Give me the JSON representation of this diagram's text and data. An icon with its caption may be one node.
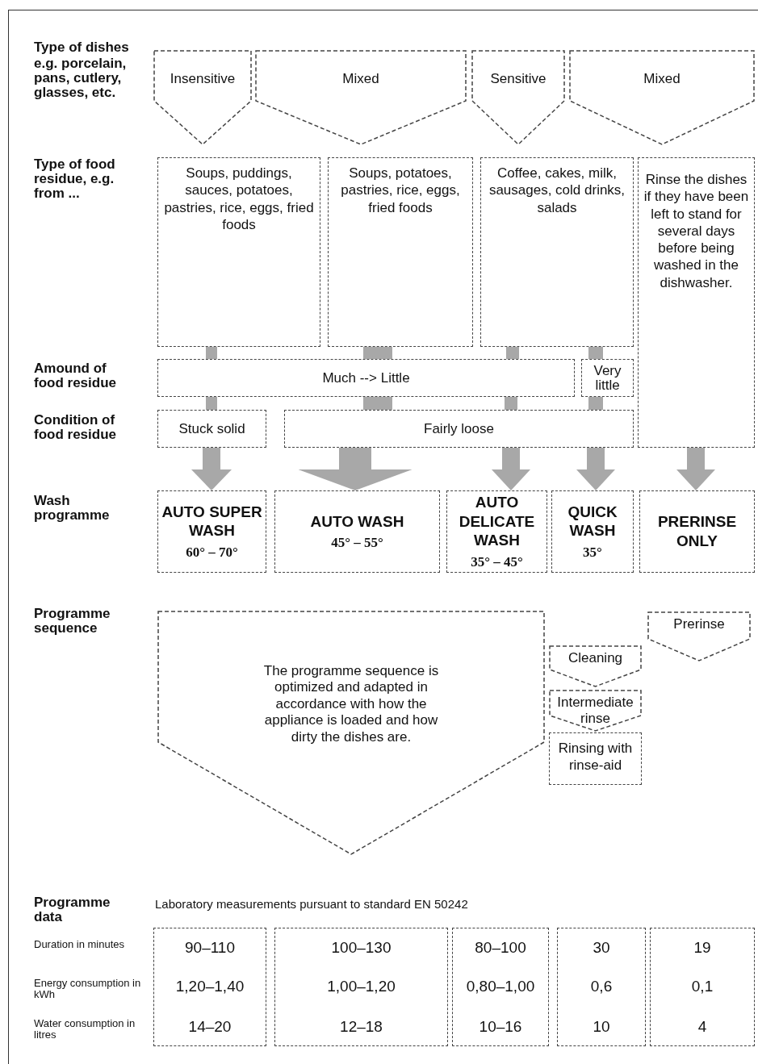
{
  "diagram": {
    "nodes": [
      {
        "text": [
          "Insensitive"
        ]
      },
      {
        "text": [
          "Mixed"
        ]
      },
      {
        "text": [
          "Sensitive"
        ]
      },
      {
        "text": [
          "Mixed"
        ]
      },
      {
        "text": [
          "Soups, puddings, sauces, potatoes, pastries, rice, eggs, fried foods"
        ]
      },
      {
        "text": [
          "Soups, potatoes, pastries, rice, eggs, fried foods"
        ]
      },
      {
        "text": [
          "Coffee, cakes, milk, sausages, cold drinks, salads"
        ]
      },
      {
        "text": [
          "Rinse the dishes if they have been left to stand for several days before being washed in the dishwasher."
        ]
      },
      {
        "text": [
          "Much --> Little"
        ]
      },
      {
        "text": [
          "Very little"
        ]
      },
      {
        "text": [
          "Stuck solid"
        ]
      },
      {
        "text": [
          "Fairly loose"
        ]
      },
      {
        "text": [
          "AUTO SUPER WASH",
          "60° – 70°"
        ]
      },
      {
        "text": [
          "AUTO WASH",
          "45° – 55°"
        ]
      },
      {
        "text": [
          "AUTO DELICATE WASH",
          "35° – 45°"
        ]
      },
      {
        "text": [
          "QUICK WASH",
          "35°"
        ]
      },
      {
        "text": [
          "PRERINSE ONLY"
        ]
      },
      {
        "text": [
          "The programme sequence is optimized and adapted in accordance with how the appliance is loaded and how dirty the dishes are."
        ]
      },
      {
        "text": [
          "Prerinse"
        ]
      },
      {
        "text": [
          "Cleaning"
        ]
      },
      {
        "text": [
          "Intermediate rinse"
        ]
      },
      {
        "text": [
          "Rinsing with rinse-aid"
        ]
      }
    ],
    "edges": [
      {
        "from": 4,
        "to": 8,
        "arrow": "none"
      },
      {
        "from": 5,
        "to": 8,
        "arrow": "none"
      },
      {
        "from": 6,
        "to": 8,
        "arrow": "none"
      },
      {
        "from": 6,
        "to": 9,
        "arrow": "none"
      },
      {
        "from": 8,
        "to": 10,
        "arrow": "none"
      },
      {
        "from": 8,
        "to": 11,
        "arrow": "none"
      },
      {
        "from": 8,
        "to": 11,
        "arrow": "none"
      },
      {
        "from": 9,
        "to": 11,
        "arrow": "none"
      },
      {
        "from": 10,
        "to": 12,
        "arrow": "to"
      },
      {
        "from": 11,
        "to": 13,
        "arrow": "to",
        "style": "thick"
      },
      {
        "from": 11,
        "to": 14,
        "arrow": "to"
      },
      {
        "from": 11,
        "to": 15,
        "arrow": "to"
      },
      {
        "from": 7,
        "to": 16,
        "arrow": "to"
      }
    ],
    "labels": [
      "Type of dishes",
      "e.g. porcelain, pans, cutlery, glasses, etc.",
      "Type of food residue, e.g. from ...",
      "Amound of food residue",
      "Condition of food residue",
      "Wash programme",
      "Programme sequence",
      "Programme data",
      "Laboratory measurements pursuant to standard EN 50242",
      "Duration in minutes",
      "90–110",
      "100–130",
      "80–100",
      "30",
      "19",
      "Energy consumption in kWh",
      "1,20–1,40",
      "1,00–1,20",
      "0,80–1,00",
      "0,6",
      "0,1",
      "Water consumption in litres",
      "14–20",
      "12–18",
      "10–16",
      "10",
      "4"
    ]
  }
}
